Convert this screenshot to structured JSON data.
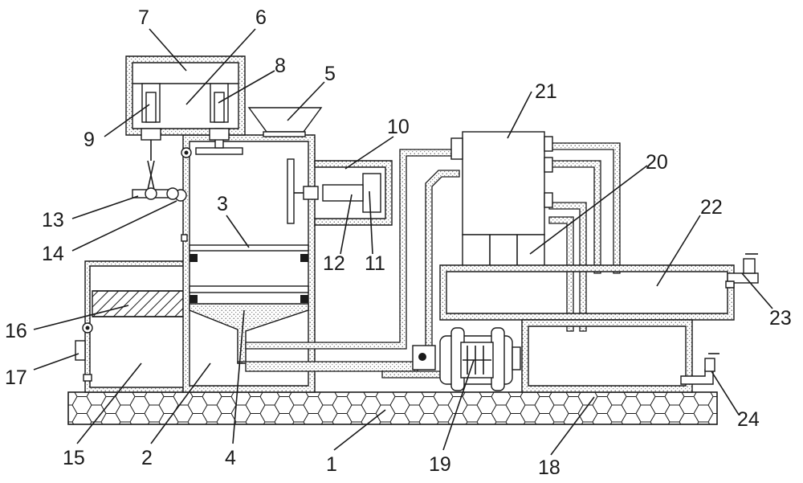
{
  "diagram": {
    "labels": [
      {
        "id": "1",
        "text": "1"
      },
      {
        "id": "2",
        "text": "2"
      },
      {
        "id": "3",
        "text": "3"
      },
      {
        "id": "4",
        "text": "4"
      },
      {
        "id": "5",
        "text": "5"
      },
      {
        "id": "6",
        "text": "6"
      },
      {
        "id": "7",
        "text": "7"
      },
      {
        "id": "8",
        "text": "8"
      },
      {
        "id": "9",
        "text": "9"
      },
      {
        "id": "10",
        "text": "10"
      },
      {
        "id": "11",
        "text": "11"
      },
      {
        "id": "12",
        "text": "12"
      },
      {
        "id": "13",
        "text": "13"
      },
      {
        "id": "14",
        "text": "14"
      },
      {
        "id": "15",
        "text": "15"
      },
      {
        "id": "16",
        "text": "16"
      },
      {
        "id": "17",
        "text": "17"
      },
      {
        "id": "18",
        "text": "18"
      },
      {
        "id": "19",
        "text": "19"
      },
      {
        "id": "20",
        "text": "20"
      },
      {
        "id": "21",
        "text": "21"
      },
      {
        "id": "22",
        "text": "22"
      },
      {
        "id": "23",
        "text": "23"
      },
      {
        "id": "24",
        "text": "24"
      }
    ],
    "colors": {
      "line": "#1a1a1a",
      "background": "#ffffff"
    }
  }
}
